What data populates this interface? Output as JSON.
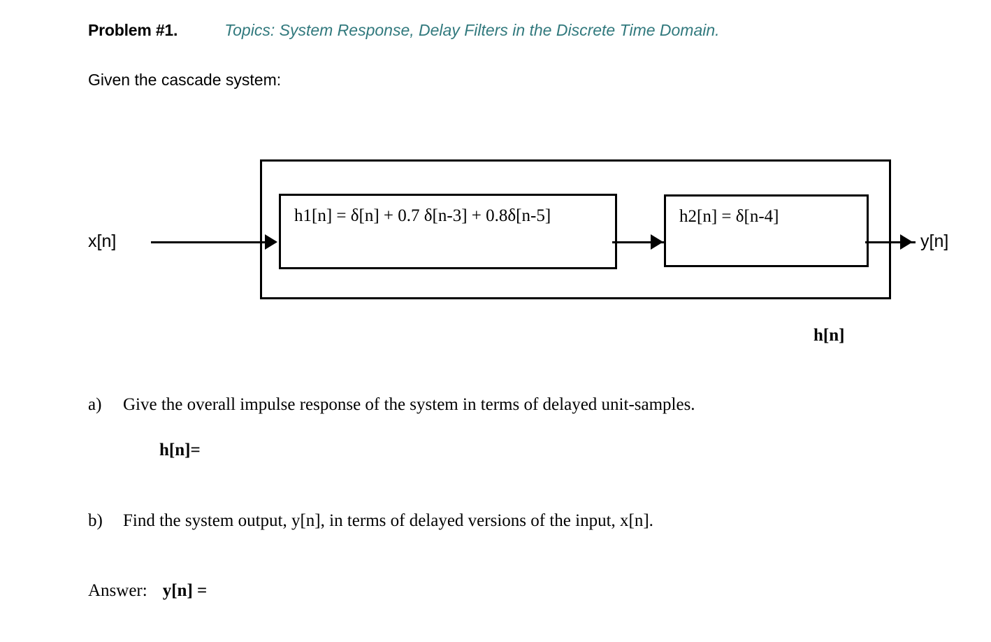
{
  "header": {
    "problem_label": "Problem #1.",
    "topics_label": "Topics: System Response, Delay Filters in the Discrete Time Domain.",
    "topics_color": "#31797d"
  },
  "intro": {
    "given_line": "Given the cascade system:"
  },
  "diagram": {
    "input_label": "x[n]",
    "output_label": "y[n]",
    "overall_label": "h[n]",
    "blocks": [
      {
        "name": "h1",
        "equation": "h1[n] = δ[n] + 0.7 δ[n-3] + 0.8δ[n-5]"
      },
      {
        "name": "h2",
        "equation": "h2[n] =   δ[n-4]"
      }
    ]
  },
  "parts": [
    {
      "letter": "a)",
      "text": "Give the overall impulse response of the system in terms of delayed unit-samples.",
      "answer_prompt": "h[n]="
    },
    {
      "letter": "b)",
      "text": "Find the system output, y[n], in terms of delayed versions of the input, x[n].",
      "answer_label": "Answer:",
      "answer_prompt": "y[n] ="
    }
  ]
}
